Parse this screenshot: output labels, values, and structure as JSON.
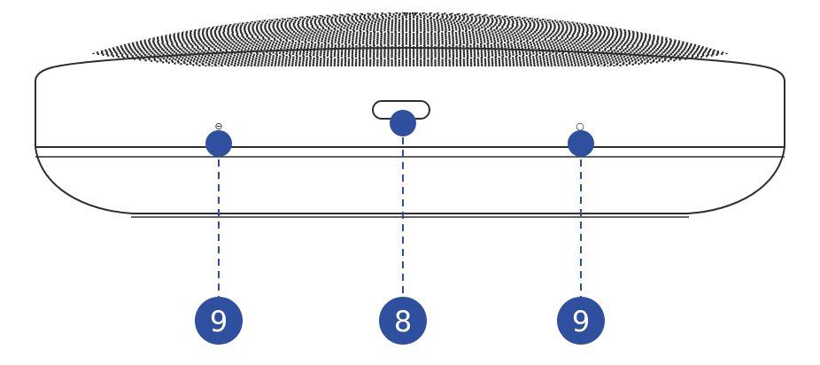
{
  "colors": {
    "outline": "#2e2e2e",
    "accent": "#2f4f9f",
    "background": "#ffffff",
    "callout_text": "#ffffff"
  },
  "device": {
    "name": "speakerphone-side-view",
    "left_port_symbol": "⊖",
    "right_port_symbol": "○"
  },
  "callouts": [
    {
      "id": "left-indicator",
      "label": "9"
    },
    {
      "id": "usb-c-port",
      "label": "8"
    },
    {
      "id": "right-indicator",
      "label": "9"
    }
  ]
}
